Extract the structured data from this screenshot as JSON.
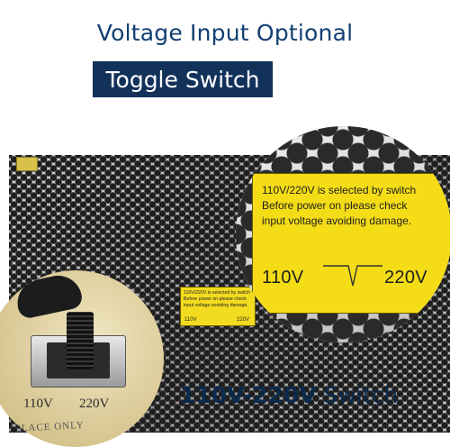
{
  "heading": "Voltage Input Optional",
  "badge": "Toggle Switch",
  "zoom_label": {
    "line1": "110V/220V is selected by switch",
    "line2": "Before power on please check",
    "line3": "input voltage avoiding damage.",
    "left_value": "110V",
    "right_value": "220V"
  },
  "switch_markings": {
    "left": "110V",
    "right": "220V",
    "bottom": "-PLACE ONLY"
  },
  "caption": {
    "bold": "110V-220V",
    "rest": " Switch"
  },
  "colors": {
    "heading": "#123f73",
    "badge_bg": "#12325a",
    "label_yellow": "#f4dc17"
  }
}
